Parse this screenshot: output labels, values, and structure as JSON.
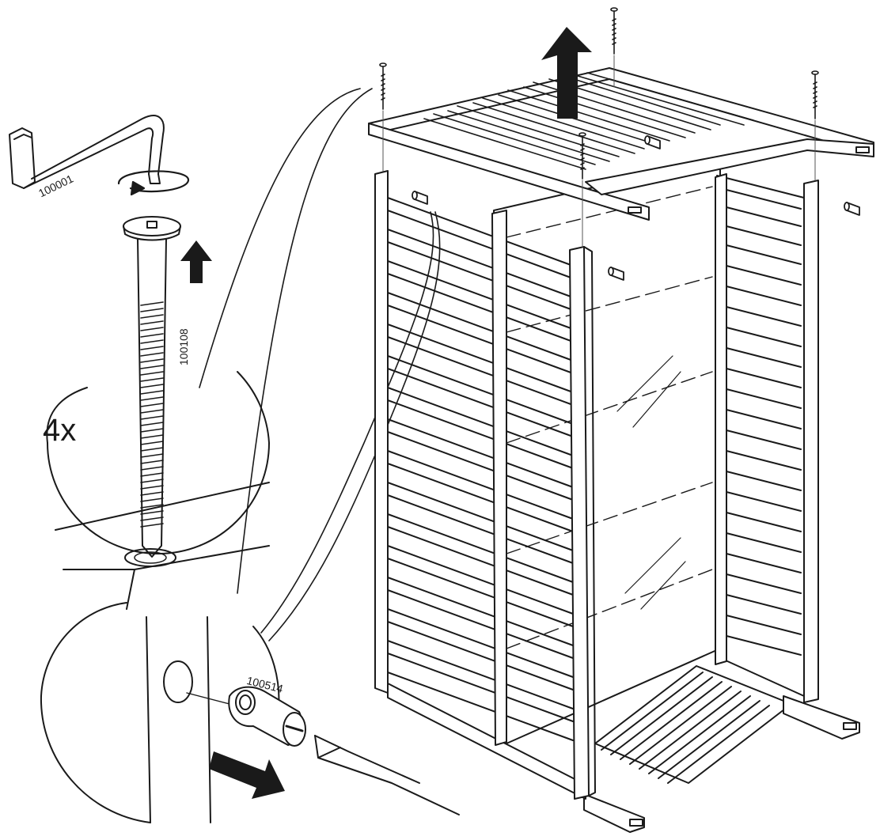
{
  "instruction_step": {
    "quantity_label": "4x",
    "parts": {
      "allen_key": {
        "part_number": "100001",
        "icon": "allen-key-icon"
      },
      "bolt": {
        "part_number": "100108",
        "icon": "bolt-icon"
      },
      "barrel_nut": {
        "part_number": "100514",
        "icon": "barrel-nut-icon"
      }
    },
    "tools": [
      "allen-key-icon",
      "flat-screwdriver-icon"
    ],
    "actions": [
      "rotate-arrow-icon",
      "up-arrow-icon",
      "pull-out-arrow-icon",
      "lift-up-arrow-icon"
    ],
    "line_color": "#1a1a1a",
    "fill_color": "#ffffff"
  }
}
